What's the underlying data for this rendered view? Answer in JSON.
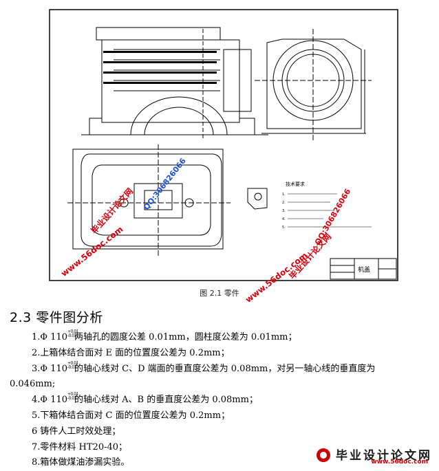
{
  "figure": {
    "caption": "图 2.1 零件",
    "title_block_name": "机盖",
    "tech_req_title": "技术要求",
    "tech_req_lines": [
      "1.",
      "2.",
      "3.",
      "4.",
      "5."
    ]
  },
  "watermarks": {
    "qq": "QQ:306826066",
    "site_cn": "毕业设计论文网",
    "site_url": "www.56doc.com"
  },
  "section": {
    "title": "2.3 零件图分析",
    "items": [
      {
        "pre": "1.Φ 110",
        "tol_upper": "+0.01",
        "tol_lower": "-0.03",
        "post": "两轴孔的圆度公差 0.01mm，圆柱度公差为 0.01mm；"
      },
      {
        "pre": "2.上箱体结合面对 E 面的位置度公差为 0.2mm；"
      },
      {
        "pre": "3.Φ 110",
        "tol_upper": "+0.01",
        "tol_lower": "-0.03",
        "post": "的轴心线对 C、D 端面的垂直度公差为 0.08mm，对另一轴心线的垂直度为",
        "cont": "0.046mm;"
      },
      {
        "pre": "4.Φ 110",
        "tol_upper": "+0.01",
        "tol_lower": "-0.03",
        "post": "的轴心线对 A、B 的垂直度公差为 0.08mm；"
      },
      {
        "pre": "5.下箱体结合面对 C 面的位置度公差为 0.2mm；"
      },
      {
        "pre": "6 铸件人工时效处理；"
      },
      {
        "pre": "7.零件材料 HT20-40；"
      },
      {
        "pre": "8.箱体做煤油渗漏实验。"
      }
    ]
  },
  "footer": {
    "logo_text": "毕业设计论文网",
    "logo_url": "www.56doc.com"
  },
  "colors": {
    "watermark_red": "#d8000c",
    "watermark_blue": "#1a4fd0"
  }
}
